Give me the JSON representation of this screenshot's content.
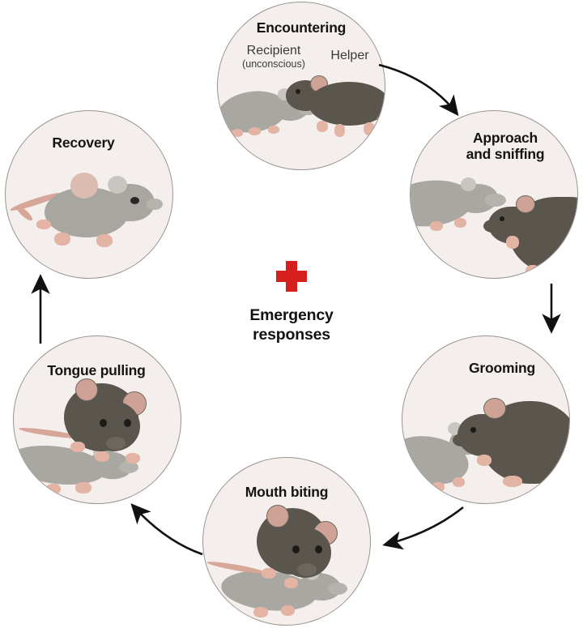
{
  "diagram": {
    "title": "Emergency responses cycle in mice",
    "center": {
      "icon": "red-cross-icon",
      "line1": "Emergency",
      "line2": "responses",
      "cross_color": "#d6201e"
    },
    "colors": {
      "circle_fill": "#f4efec",
      "circle_border": "#9b9490",
      "helper_mouse": "#5a554d",
      "recipient_mouse": "#a9a7a2",
      "tail_pink": "#d6a698",
      "text": "#141414",
      "arrow": "#111111"
    },
    "nodes": [
      {
        "id": "encountering",
        "label": "Encountering",
        "order": 1,
        "sublabels": [
          {
            "id": "recipient",
            "main": "Recipient",
            "paren": "(unconscious)"
          },
          {
            "id": "helper",
            "main": "Helper",
            "paren": ""
          }
        ]
      },
      {
        "id": "approach",
        "label": "Approach\nand sniffing",
        "label_line1": "Approach",
        "label_line2": "and sniffing",
        "order": 2,
        "sublabels": []
      },
      {
        "id": "grooming",
        "label": "Grooming",
        "order": 3,
        "sublabels": []
      },
      {
        "id": "mouth",
        "label": "Mouth biting",
        "order": 4,
        "sublabels": []
      },
      {
        "id": "tongue",
        "label": "Tongue pulling",
        "order": 5,
        "sublabels": []
      },
      {
        "id": "recovery",
        "label": "Recovery",
        "order": 6,
        "sublabels": []
      }
    ],
    "arrows": [
      {
        "from": "encountering",
        "to": "approach",
        "style": "curved",
        "direction": "down-right"
      },
      {
        "from": "approach",
        "to": "grooming",
        "style": "straight",
        "direction": "down"
      },
      {
        "from": "grooming",
        "to": "mouth",
        "style": "curved",
        "direction": "down-left"
      },
      {
        "from": "mouth",
        "to": "tongue",
        "style": "curved",
        "direction": "up-left"
      },
      {
        "from": "tongue",
        "to": "recovery",
        "style": "straight",
        "direction": "up"
      }
    ]
  }
}
